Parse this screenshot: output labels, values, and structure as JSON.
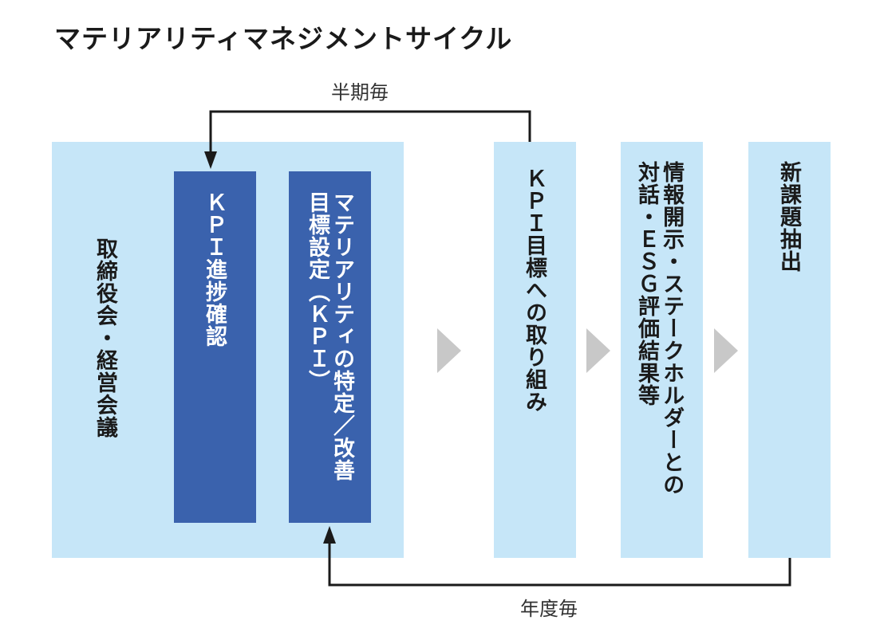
{
  "title": "マテリアリティマネジメントサイクル",
  "loops": {
    "half_year": "半期毎",
    "yearly": "年度毎"
  },
  "board": {
    "label": "取締役会・経営会議",
    "kpi_check": "ＫＰＩ進捗確認",
    "materiality": [
      "マテリアリティの特定／改善",
      "目標設定（ＫＰＩ）"
    ]
  },
  "steps": [
    {
      "lines": [
        "ＫＰＩ目標への取り組み"
      ]
    },
    {
      "lines": [
        "情報開示・ステークホルダーとの",
        "対話・ＥＳＧ評価結果等"
      ]
    },
    {
      "lines": [
        "新課題抽出"
      ]
    }
  ],
  "colors": {
    "light": "#c6e6f8",
    "dark": "#3a62ad",
    "chevron": "#c8c8c8",
    "line": "#1a1a1a"
  }
}
